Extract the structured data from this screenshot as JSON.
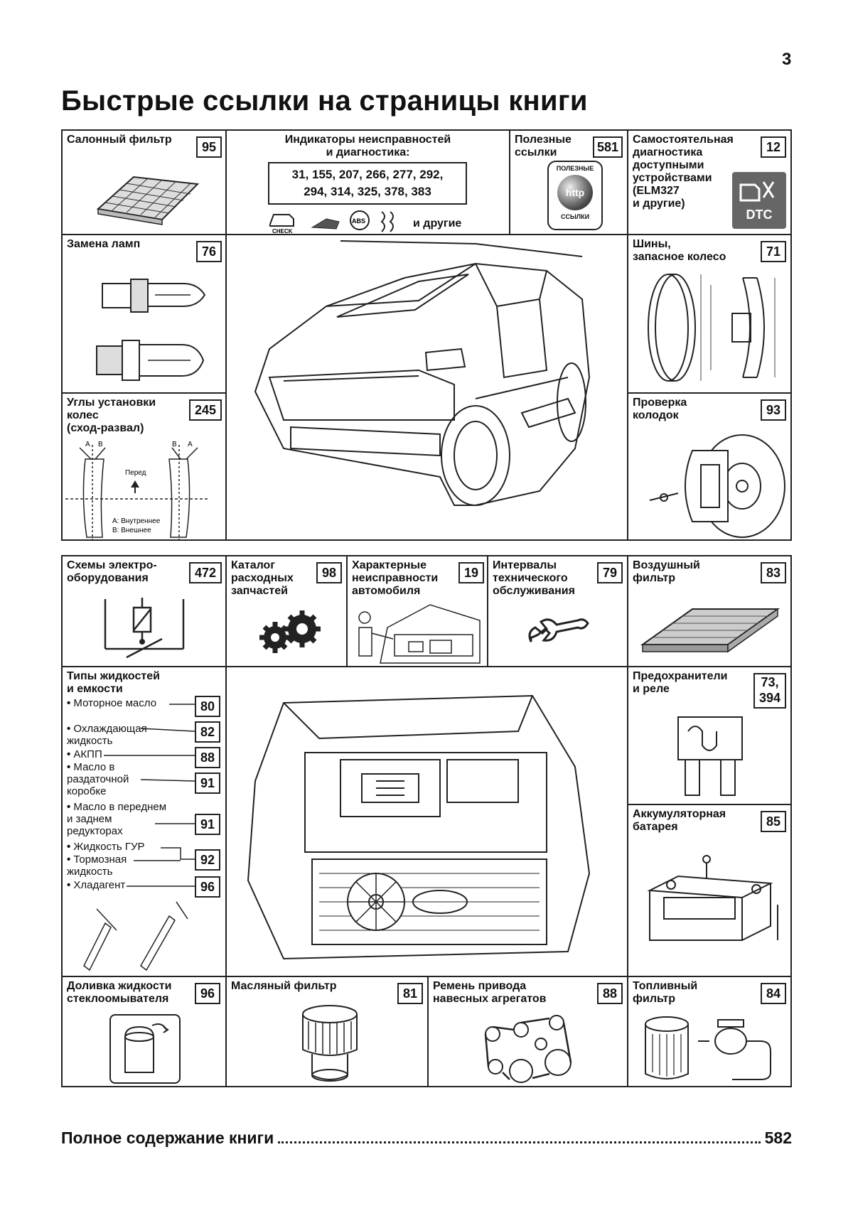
{
  "page_number": "3",
  "title": "Быстрые ссылки на страницы книги",
  "cells": {
    "cabin_filter": {
      "label": "Салонный фильтр",
      "page": "95"
    },
    "indicators": {
      "label": "Индикаторы неисправностей\nи диагностика:",
      "codes_line1": "31, 155, 207, 266, 277, 292,",
      "codes_line2": "294, 314, 325, 378, 383",
      "other": "и другие",
      "icon_check": "CHECK",
      "icon_abs": "ABS"
    },
    "useful_links": {
      "label": "Полезные\nссылки",
      "page": "581",
      "badge_top": "ПОЛЕЗНЫЕ",
      "badge_mid": "http",
      "badge_bottom": "ССЫЛКИ"
    },
    "self_diag": {
      "label": "Самостоятельная\nдиагностика\nдоступными\nустройствами\n(ELM327\nи другие)",
      "page": "12",
      "badge": "DTC"
    },
    "lamps": {
      "label": "Замена ламп",
      "page": "76"
    },
    "tires": {
      "label": "Шины,\nзапасное колесо",
      "page": "71"
    },
    "alignment": {
      "label": "Углы установки\nколес\n(сход-развал)",
      "page": "245",
      "front": "Перед",
      "legend_a": "А: Внутреннее",
      "legend_b": "В: Внешнее",
      "letter_a": "A",
      "letter_b": "B"
    },
    "brakes": {
      "label": "Проверка\nколодок",
      "page": "93"
    },
    "wiring": {
      "label": "Схемы электро-\nоборудования",
      "page": "472"
    },
    "parts_catalog": {
      "label": "Каталог\nрасходных\nзапчастей",
      "page": "98"
    },
    "faults": {
      "label": "Характерные\nнеисправности\nавтомобиля",
      "page": "19"
    },
    "maintenance": {
      "label": "Интервалы\nтехнического\nобслуживания",
      "page": "79"
    },
    "air_filter": {
      "label": "Воздушный\nфильтр",
      "page": "83"
    },
    "fluids": {
      "label": "Типы жидкостей\nи емкости",
      "items": [
        {
          "text": "Моторное масло",
          "page": "80"
        },
        {
          "text": "Охлаждающая\nжидкость",
          "page": "82"
        },
        {
          "text": "АКПП",
          "page": "88"
        },
        {
          "text": "Масло в\nраздаточной\nкоробке",
          "page": "91"
        },
        {
          "text": "Масло в переднем\nи заднем\nредукторах",
          "page": "91"
        },
        {
          "text": "Жидкость ГУР",
          "page": ""
        },
        {
          "text": "Тормозная\nжидкость",
          "page": "92"
        },
        {
          "text": "Хладагент",
          "page": "96"
        }
      ]
    },
    "fuses": {
      "label": "Предохранители\nи реле",
      "page_line1": "73,",
      "page_line2": "394"
    },
    "battery": {
      "label": "Аккумуляторная\nбатарея",
      "page": "85"
    },
    "washer": {
      "label": "Доливка жидкости\nстеклоомывателя",
      "page": "96"
    },
    "oil_filter": {
      "label": "Масляный фильтр",
      "page": "81"
    },
    "belt": {
      "label": "Ремень привода\nнавесных агрегатов",
      "page": "88"
    },
    "fuel_filter": {
      "label": "Топливный\nфильтр",
      "page": "84"
    }
  },
  "toc": {
    "label": "Полное содержание книги",
    "page": "582"
  }
}
